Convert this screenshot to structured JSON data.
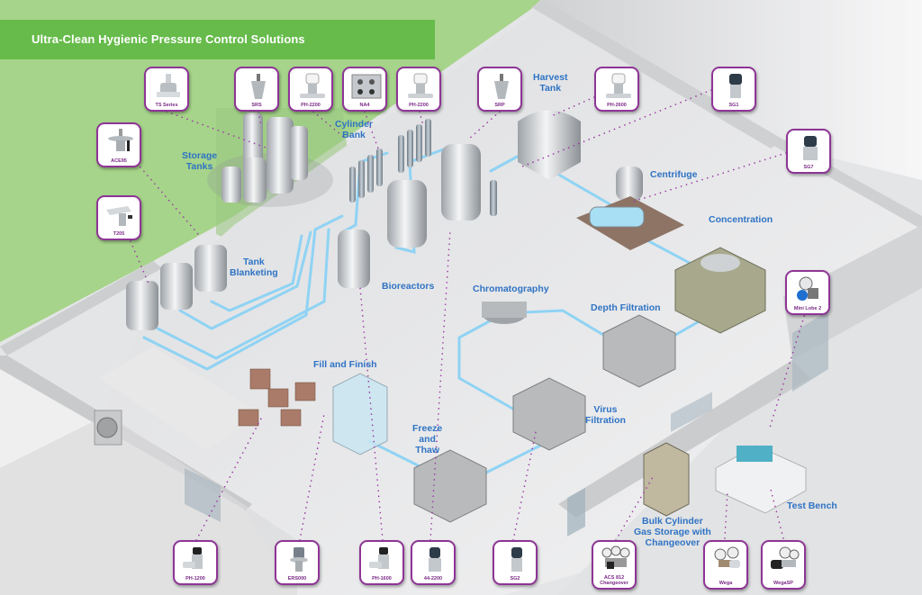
{
  "banner": {
    "title": "Ultra-Clean Hygienic Pressure Control Solutions",
    "color": "#66bb4a"
  },
  "colors": {
    "card_border": "#8e3596",
    "area_label": "#2f73c4",
    "pipe": "#8fd3f4",
    "connector_dot": "#9b3aa5",
    "green_zone": "#a6d48a"
  },
  "products": [
    {
      "id": "ts-series",
      "label": "TS Series",
      "icon": "regulator-white-body-icon"
    },
    {
      "id": "srs",
      "label": "SRS",
      "icon": "regulator-steel-icon"
    },
    {
      "id": "ph-2200-a",
      "label": "PH-2200",
      "icon": "regulator-white-knob-icon"
    },
    {
      "id": "na4",
      "label": "NA4",
      "icon": "gas-panel-icon"
    },
    {
      "id": "ph-2200-b",
      "label": "PH-2200",
      "icon": "regulator-white-knob-icon"
    },
    {
      "id": "srp",
      "label": "SRP",
      "icon": "regulator-steel-icon"
    },
    {
      "id": "ph-2600",
      "label": "PH-2600",
      "icon": "regulator-white-knob-icon"
    },
    {
      "id": "sg1",
      "label": "SG1",
      "icon": "regulator-dark-knob-icon"
    },
    {
      "id": "sg7",
      "label": "SG7",
      "icon": "regulator-dark-knob-icon"
    },
    {
      "id": "ace95",
      "label": "ACE95",
      "icon": "tank-blanketing-valve-icon"
    },
    {
      "id": "t205",
      "label": "T205",
      "icon": "tank-vent-valve-icon"
    },
    {
      "id": "mini-lobe-2",
      "label": "Mini Lobe 2",
      "icon": "gauge-regulator-blue-icon"
    },
    {
      "id": "ph-1200",
      "label": "PH-1200",
      "icon": "regulator-dark-knob-icon"
    },
    {
      "id": "ers000",
      "label": "ERS000",
      "icon": "regulator-grey-knob-icon"
    },
    {
      "id": "ph-1600",
      "label": "PH-1600",
      "icon": "regulator-dark-knob-icon"
    },
    {
      "id": "44-2200",
      "label": "44-2200",
      "icon": "regulator-dark-knob-icon"
    },
    {
      "id": "sg2",
      "label": "SG2",
      "icon": "regulator-dark-knob-icon"
    },
    {
      "id": "acs-812",
      "label": "ACS 812\nChangeover",
      "icon": "changeover-manifold-icon"
    },
    {
      "id": "wega",
      "label": "Wega",
      "icon": "gauge-regulator-icon"
    },
    {
      "id": "wega-sp",
      "label": "WegaSP",
      "icon": "gauge-regulator-dark-icon"
    }
  ],
  "areas": [
    {
      "id": "storage-tanks",
      "label": "Storage\nTanks"
    },
    {
      "id": "cylinder-bank",
      "label": "Cylinder\nBank"
    },
    {
      "id": "harvest-tank",
      "label": "Harvest\nTank"
    },
    {
      "id": "centrifuge",
      "label": "Centrifuge"
    },
    {
      "id": "concentration",
      "label": "Concentration"
    },
    {
      "id": "tank-blanketing",
      "label": "Tank\nBlanketing"
    },
    {
      "id": "bioreactors",
      "label": "Bioreactors"
    },
    {
      "id": "chromatography",
      "label": "Chromatography"
    },
    {
      "id": "depth-filtration",
      "label": "Depth Filtration"
    },
    {
      "id": "fill-and-finish",
      "label": "Fill and Finish"
    },
    {
      "id": "freeze-and-thaw",
      "label": "Freeze\nand\nThaw"
    },
    {
      "id": "virus-filtration",
      "label": "Virus\nFiltration"
    },
    {
      "id": "bulk-cylinder",
      "label": "Bulk Cylinder\nGas Storage with\nChangeover"
    },
    {
      "id": "test-bench",
      "label": "Test Bench"
    }
  ]
}
